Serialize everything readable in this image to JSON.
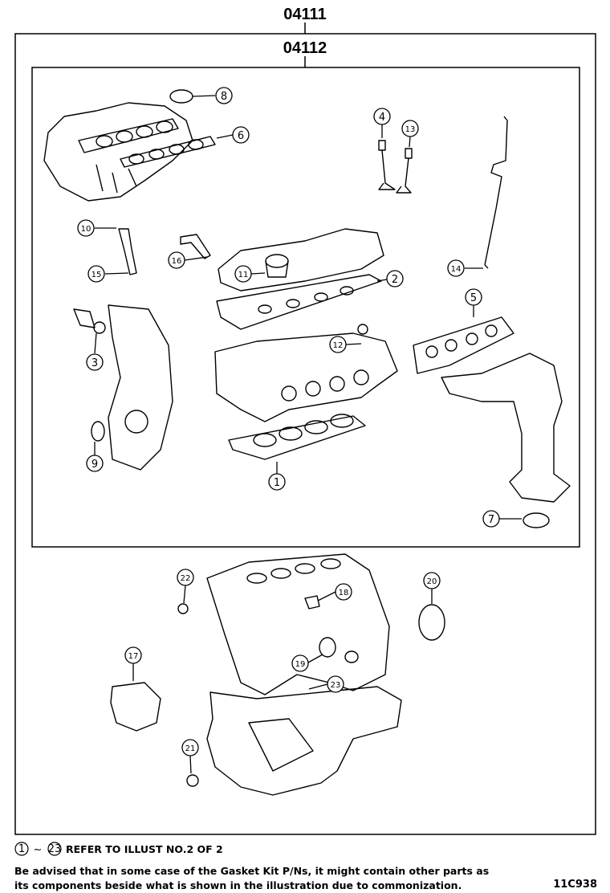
{
  "diagram": {
    "outer_part_number": "04111",
    "inner_part_number": "04112",
    "callouts": [
      "1",
      "2",
      "3",
      "4",
      "5",
      "6",
      "7",
      "8",
      "9",
      "10",
      "11",
      "12",
      "13",
      "14",
      "15",
      "16",
      "17",
      "18",
      "19",
      "20",
      "21",
      "22",
      "23"
    ],
    "reference_start": "1",
    "reference_end": "23",
    "reference_text": "REFER TO ILLUST NO.2 OF 2",
    "note_line1": "Be advised that in some case of the Gasket Kit P/Ns,  it might contain other parts as",
    "note_line2": "its components beside what is shown in the illustration due to commonization.",
    "illustration_code": "11C938"
  }
}
